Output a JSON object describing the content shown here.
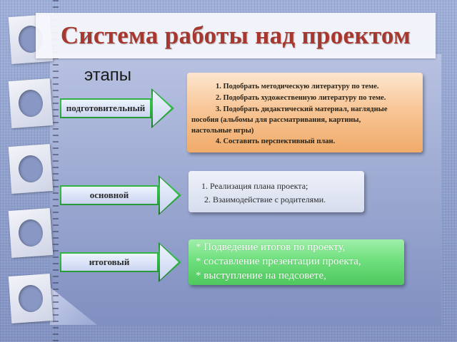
{
  "slide": {
    "title": "Система работы над проектом",
    "stages_label": "этапы"
  },
  "stages": [
    {
      "label": "подготовительный"
    },
    {
      "label": "основной"
    },
    {
      "label": "итоговый"
    }
  ],
  "preparatory_box": {
    "lines": [
      "1. Подобрать методическую литературу по теме.",
      "2. Подобрать художественную литературу по теме.",
      "3. Подобрать дидактический материал, наглядные",
      "пособия (альбомы для рассматривания, картины,",
      "настольные игры)",
      "4. Составить перспективный план."
    ]
  },
  "main_box": {
    "lines": [
      "1.  Реализация  плана  проекта;",
      "2. Взаимодействие с родителями."
    ]
  },
  "final_box": {
    "lines": [
      "* Подведение итогов по проекту,",
      "* составление презентации проекта,",
      "* выступление на педсовете,"
    ]
  },
  "colors": {
    "title": "#a6382f",
    "arrow_green": "#2ca93e",
    "prep_box": "#f8c697",
    "main_box": "#d7ddee",
    "final_box": "#6fe07e"
  }
}
